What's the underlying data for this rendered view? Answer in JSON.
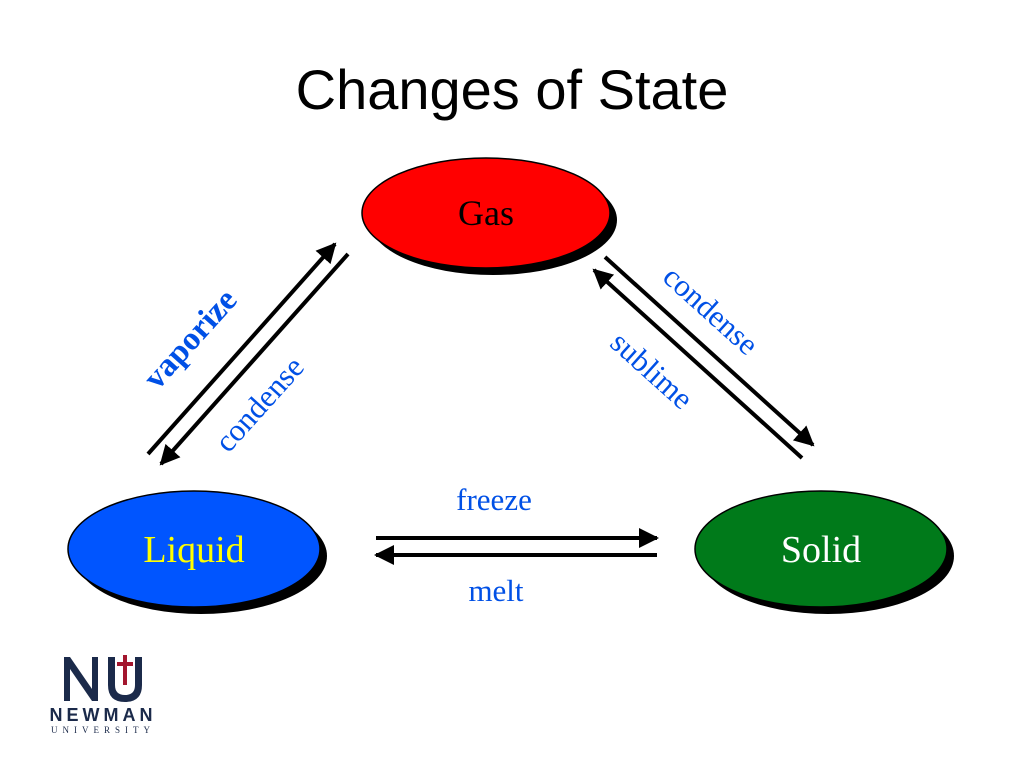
{
  "slide": {
    "title": "Changes of State"
  },
  "states": {
    "gas": {
      "label": "Gas",
      "fill": "#ff0000",
      "text_color": "#000000"
    },
    "liquid": {
      "label": "Liquid",
      "fill": "#0055ff",
      "text_color": "#ffff00"
    },
    "solid": {
      "label": "Solid",
      "fill": "#007a1a",
      "text_color": "#ffffff"
    }
  },
  "transitions": {
    "liquid_to_gas": "vaporize",
    "gas_to_liquid": "condense",
    "gas_to_solid": "condense",
    "solid_to_gas": "sublime",
    "liquid_to_solid": "freeze",
    "solid_to_liquid": "melt"
  },
  "colors": {
    "label_blue": "#0050e6",
    "arrow": "#000000",
    "shadow": "#000000"
  },
  "logo": {
    "mark": "NU",
    "name": "NEWMAN",
    "sub": "UNIVERSITY",
    "color": "#1b2a4a",
    "cross_color": "#a3162e"
  }
}
